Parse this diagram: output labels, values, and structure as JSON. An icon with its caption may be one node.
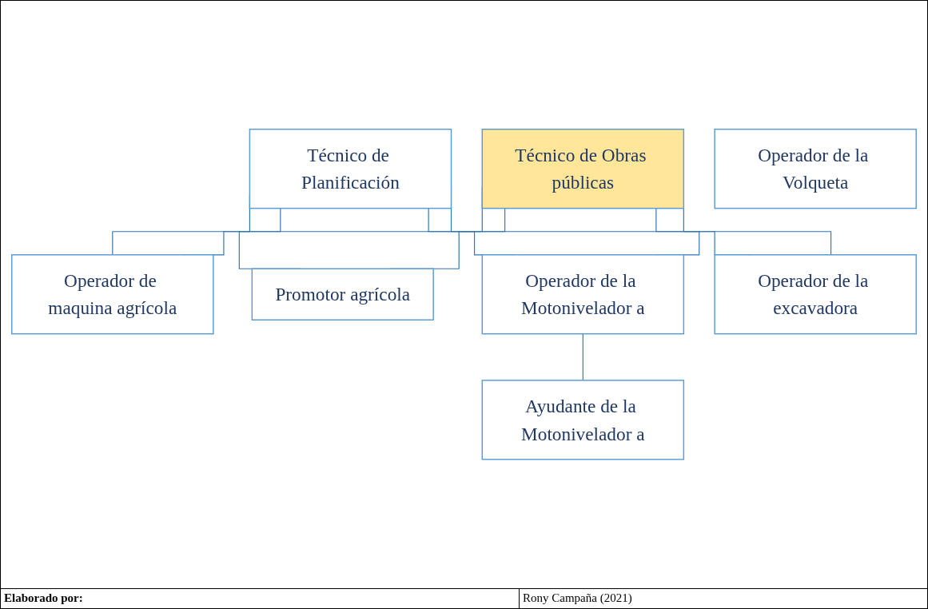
{
  "diagram": {
    "nodes": [
      {
        "text": [
          "Técnico de Planificación"
        ]
      },
      {
        "text": [
          "Técnico de Obras públicas"
        ]
      },
      {
        "text": [
          "Operador de maquina agrícola"
        ]
      },
      {
        "text": [
          "Operador de la Volqueta"
        ]
      },
      {
        "text": [
          "Promotor agrícola"
        ]
      },
      {
        "text": [
          "Operador de la Motonivelador a"
        ]
      },
      {
        "text": [
          "Operador de la excavadora"
        ]
      },
      {
        "text": [
          "Ayudante de la Motonivelador a"
        ]
      }
    ],
    "edges": [
      {
        "from": 0,
        "to": 2,
        "arrow": "none"
      },
      {
        "from": 0,
        "to": 5,
        "arrow": "none"
      },
      {
        "from": 0,
        "to": 6,
        "arrow": "none"
      },
      {
        "from": 0,
        "to": 4,
        "arrow": "none"
      },
      {
        "from": 1,
        "to": 2,
        "arrow": "none"
      },
      {
        "from": 1,
        "to": 5,
        "arrow": "none"
      },
      {
        "from": 1,
        "to": 6,
        "arrow": "none"
      },
      {
        "from": 1,
        "to": 4,
        "arrow": "none"
      },
      {
        "from": 5,
        "to": 7,
        "arrow": "none"
      }
    ],
    "labels": [
      "Elaborado por:",
      "Rony Campaña (2021)"
    ]
  }
}
